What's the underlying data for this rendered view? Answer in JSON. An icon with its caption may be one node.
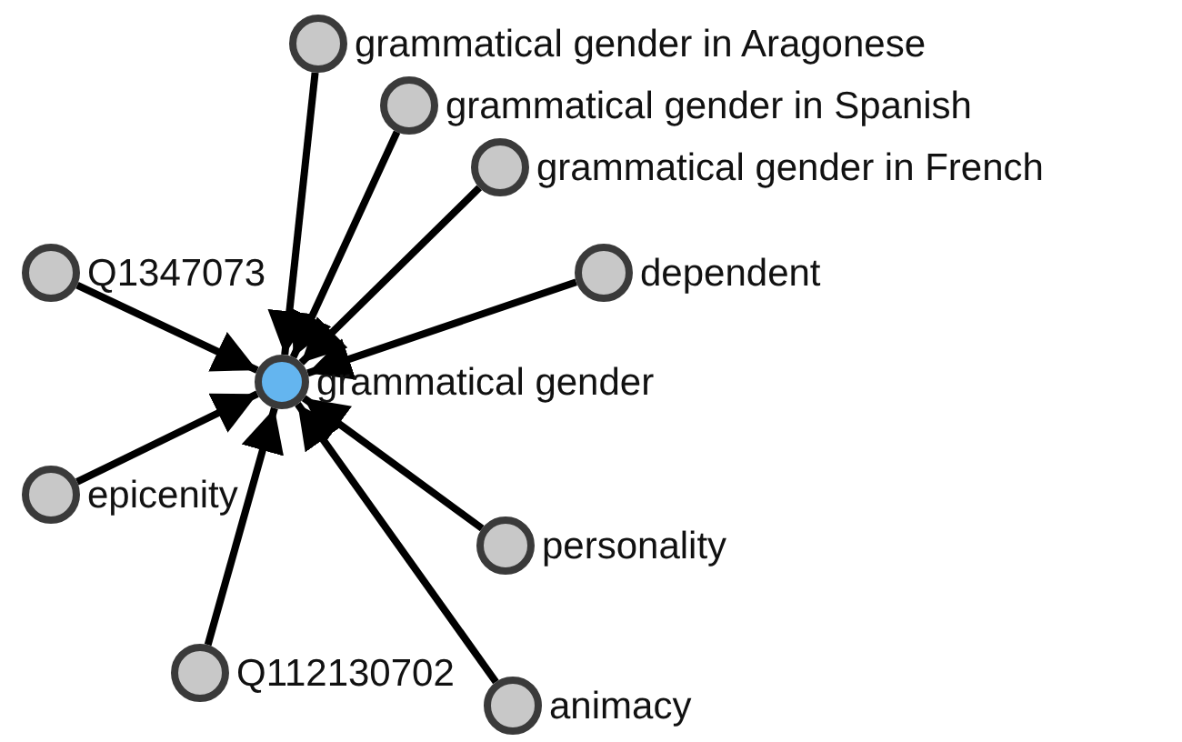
{
  "diagram": {
    "nodes": [
      {
        "text": [
          "grammatical gender in Aragonese"
        ]
      },
      {
        "text": [
          "grammatical gender in Spanish"
        ]
      },
      {
        "text": [
          "grammatical gender in French"
        ]
      },
      {
        "text": [
          "Q1347073"
        ]
      },
      {
        "text": [
          "dependent"
        ]
      },
      {
        "text": [
          "grammatical gender"
        ]
      },
      {
        "text": [
          "epicenity"
        ]
      },
      {
        "text": [
          "personality"
        ]
      },
      {
        "text": [
          "Q112130702"
        ]
      },
      {
        "text": [
          "animacy"
        ]
      }
    ],
    "edges": [
      {
        "from": 0,
        "to": 5,
        "arrow": "to"
      },
      {
        "from": 1,
        "to": 5,
        "arrow": "to"
      },
      {
        "from": 2,
        "to": 5,
        "arrow": "to"
      },
      {
        "from": 3,
        "to": 5,
        "arrow": "to"
      },
      {
        "from": 4,
        "to": 5,
        "arrow": "to"
      },
      {
        "from": 6,
        "to": 5,
        "arrow": "to"
      },
      {
        "from": 7,
        "to": 5,
        "arrow": "to"
      },
      {
        "from": 8,
        "to": 5,
        "arrow": "to"
      },
      {
        "from": 9,
        "to": 5,
        "arrow": "to"
      }
    ]
  }
}
